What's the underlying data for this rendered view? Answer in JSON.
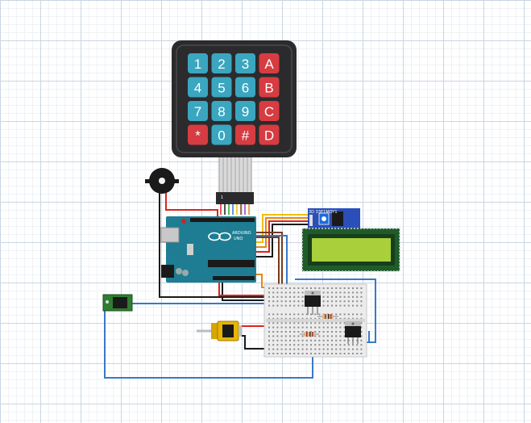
{
  "keypad": {
    "keys": [
      {
        "label": "1",
        "kind": "digit"
      },
      {
        "label": "2",
        "kind": "digit"
      },
      {
        "label": "3",
        "kind": "digit"
      },
      {
        "label": "A",
        "kind": "letter"
      },
      {
        "label": "4",
        "kind": "digit"
      },
      {
        "label": "5",
        "kind": "digit"
      },
      {
        "label": "6",
        "kind": "digit"
      },
      {
        "label": "B",
        "kind": "letter"
      },
      {
        "label": "7",
        "kind": "digit"
      },
      {
        "label": "8",
        "kind": "digit"
      },
      {
        "label": "9",
        "kind": "digit"
      },
      {
        "label": "C",
        "kind": "letter"
      },
      {
        "label": "*",
        "kind": "letter"
      },
      {
        "label": "0",
        "kind": "digit"
      },
      {
        "label": "#",
        "kind": "letter"
      },
      {
        "label": "D",
        "kind": "letter"
      }
    ],
    "connector_label": "1"
  },
  "arduino": {
    "brand": "UNO",
    "logo": "ARDUINO"
  },
  "i2c_module": {
    "label": "3D 33E1MOY1"
  },
  "colors": {
    "digit_key": "#3aa6c0",
    "letter_key": "#d63c41",
    "keypad_body": "#2b2b2d",
    "arduino": "#1e7d92",
    "lcd_board": "#1f5c2a",
    "lcd_screen": "#a9cf3a",
    "i2c": "#2a4fb8",
    "wire_red": "#e0231c",
    "wire_black": "#1a1a1a",
    "wire_blue": "#3a78c6",
    "wire_yellow": "#f0c000",
    "wire_orange": "#e08a1a",
    "wire_brown": "#7a3a1a"
  }
}
